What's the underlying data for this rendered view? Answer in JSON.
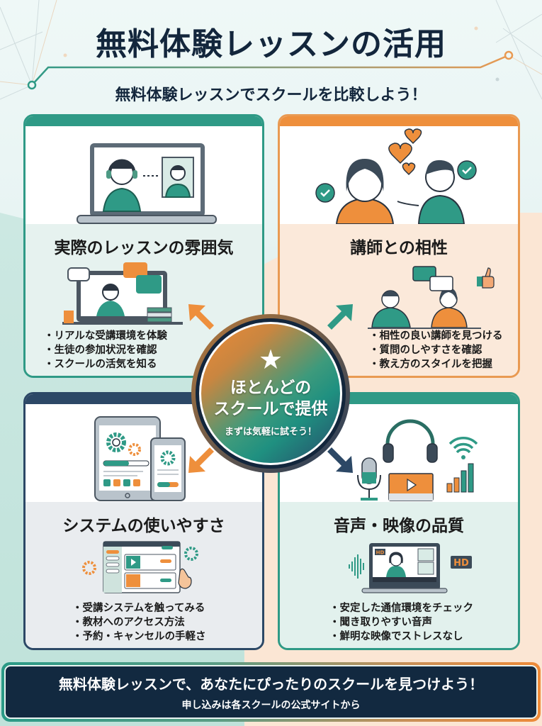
{
  "header": {
    "title": "無料体験レッスンの活用",
    "subtitle": "無料体験レッスンでスクールを比較しよう！"
  },
  "cards": [
    {
      "id": "atmosphere",
      "title": "実際のレッスンの雰囲気",
      "accent": "#2f9a86",
      "illustration": "laptop-video-call-icon",
      "mini_illustration": "online-teacher-chat-icon",
      "points": [
        "リアルな受講環境を体験",
        "生徒の参加状況を確認",
        "スクールの活気を知る"
      ]
    },
    {
      "id": "compatibility",
      "title": "講師との相性",
      "accent": "#ee8f3c",
      "illustration": "teacher-student-hearts-icon",
      "mini_illustration": "conversation-thumbs-up-icon",
      "points": [
        "相性の良い講師を見つける",
        "質問のしやすさを確認",
        "教え方のスタイルを把握"
      ]
    },
    {
      "id": "system",
      "title": "システムの使いやすさ",
      "accent": "#2c4866",
      "illustration": "tablet-phone-settings-icon",
      "mini_illustration": "app-dashboard-click-icon",
      "points": [
        "受講システムを触ってみる",
        "教材へのアクセス方法",
        "予約・キャンセルの手軽さ"
      ]
    },
    {
      "id": "av_quality",
      "title": "音声・映像の品質",
      "accent": "#2f9a86",
      "illustration": "headphones-mic-video-signal-icon",
      "mini_illustration": "hd-laptop-audio-wave-icon",
      "points": [
        "安定した通信環境をチェック",
        "聞き取りやすい音声",
        "鮮明な映像でストレスなし"
      ]
    }
  ],
  "badge": {
    "icon": "star-icon",
    "main_line1": "ほとんどの",
    "main_line2": "スクールで提供",
    "sub": "まずは気軽に試そう！"
  },
  "mini_labels": {
    "hd_screen": "HD",
    "hd_tag": "HD"
  },
  "footer": {
    "main": "無料体験レッスンで、あなたにぴったりのスクールを見つけよう！",
    "sub": "申し込みは各スクールの公式サイトから"
  },
  "colors": {
    "navy": "#13263c",
    "teal": "#2f9a86",
    "orange": "#ee8f3c",
    "slate": "#2c4866"
  }
}
